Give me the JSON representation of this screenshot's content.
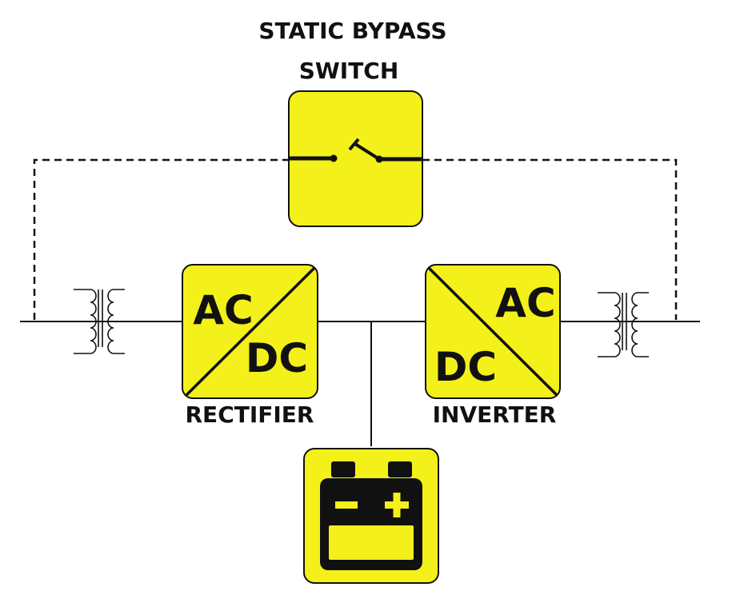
{
  "title_line1": "STATIC BYPASS",
  "title_line2": "SWITCH",
  "rectifier": {
    "label": "RECTIFIER",
    "top": "AC",
    "bottom": "DC"
  },
  "inverter": {
    "label": "INVERTER",
    "top": "AC",
    "bottom": "DC"
  },
  "battery": {
    "minus": "−",
    "plus": "+"
  },
  "colors": {
    "block_fill": "#f4f01a",
    "stroke": "#111111",
    "background": "#ffffff"
  },
  "icons": [
    "transformer-icon",
    "switch-icon",
    "battery-icon"
  ]
}
